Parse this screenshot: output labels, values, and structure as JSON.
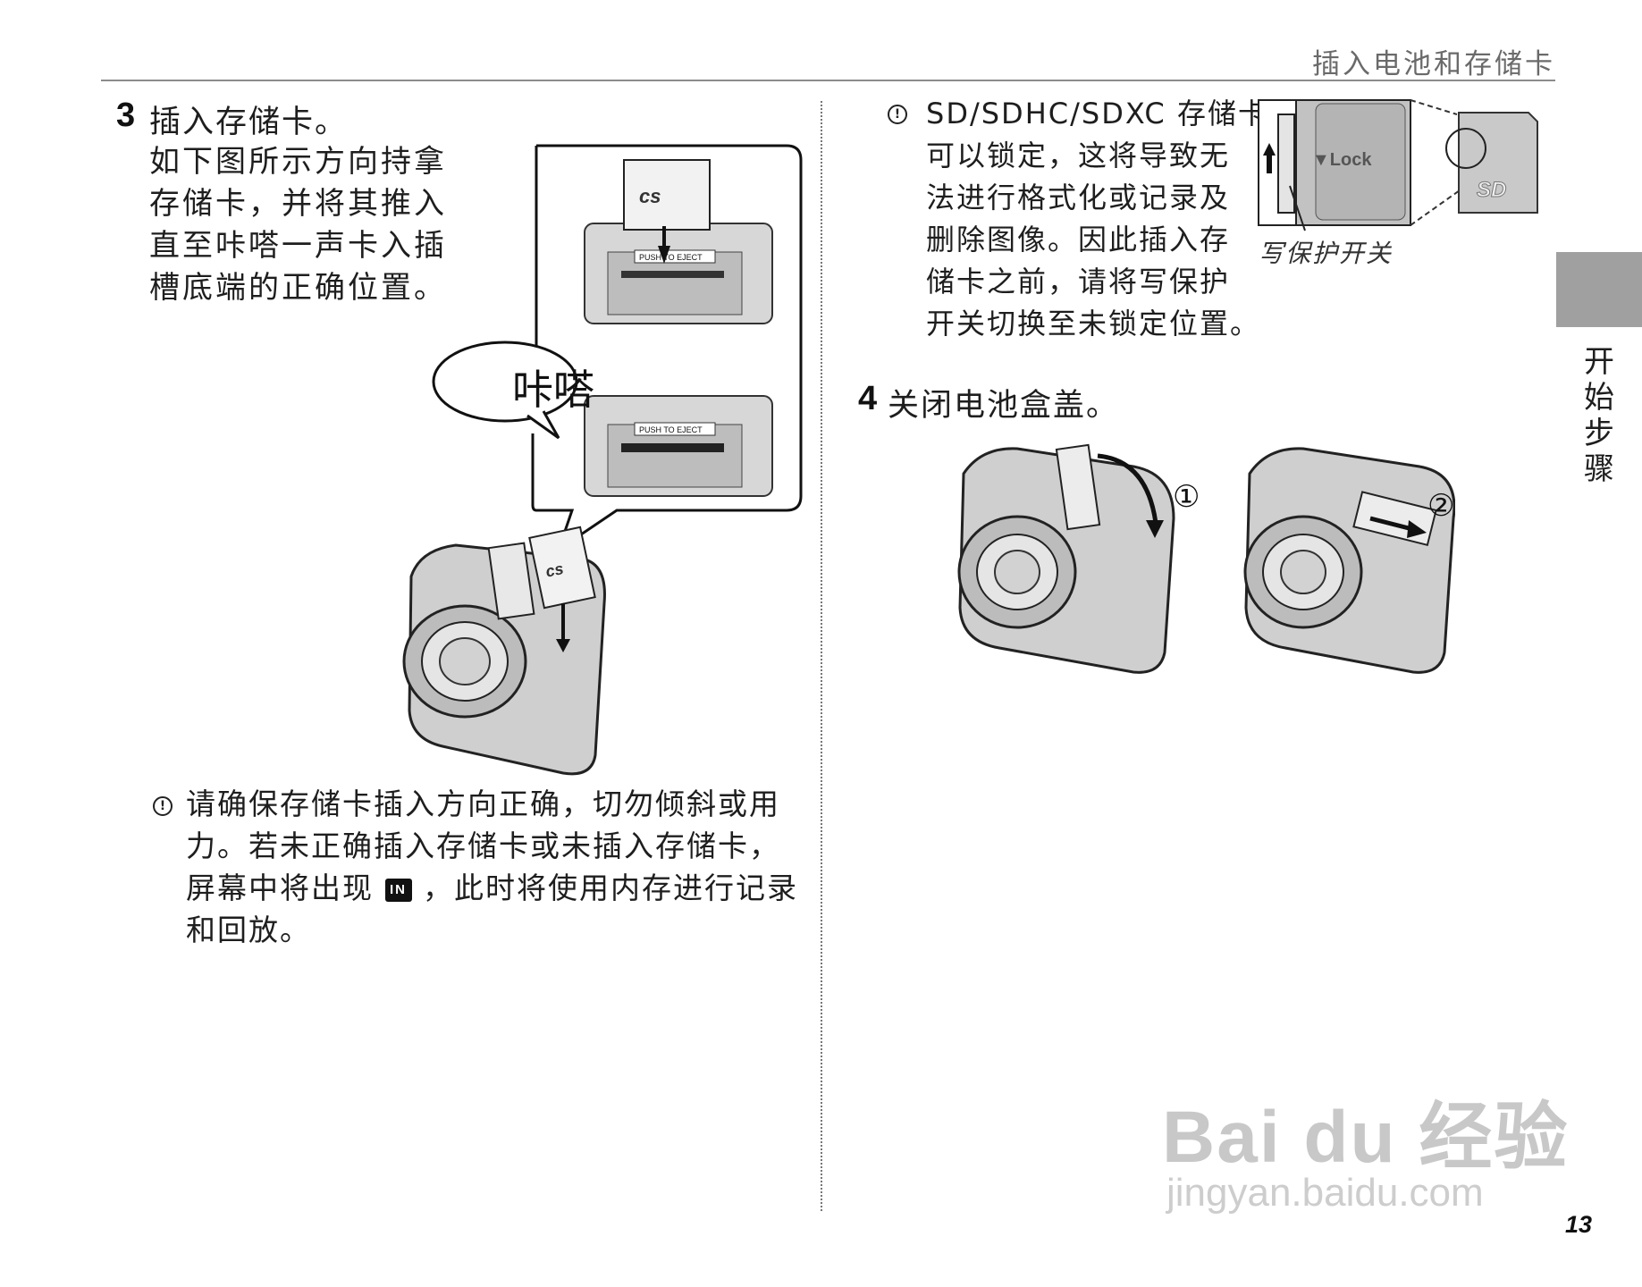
{
  "header": {
    "title": "插入电池和存储卡"
  },
  "step3": {
    "number": "3",
    "title": "插入存储卡。",
    "lines": [
      "如下图所示方向持拿",
      "存储卡，并将其推入",
      "直至咔嗒一声卡入插",
      "槽底端的正确位置。"
    ],
    "bubble_text": "咔嗒",
    "slot_label": "PUSH TO EJECT",
    "note": {
      "icon": "caution-icon",
      "line1": "请确保存储卡插入方向正确，切勿倾斜或用",
      "line2": "力。若未正确插入存储卡或未插入存储卡，",
      "line3_pre": "屏幕中将出现",
      "line3_icon": "IN",
      "line3_post": "，此时将使用内存进行记录",
      "line4": "和回放。"
    }
  },
  "sd_note": {
    "icon": "caution-icon",
    "lines": [
      "SD/SDHC/SDXC 存储卡",
      "可以锁定，这将导致无",
      "法进行格式化或记录及",
      "删除图像。因此插入存",
      "储卡之前，请将写保护",
      "开关切换至未锁定位置。"
    ],
    "lock_label": "▼Lock",
    "caption": "写保护开关"
  },
  "step4": {
    "number": "4",
    "title": "关闭电池盒盖。",
    "label1": "①",
    "label2": "②"
  },
  "side_tab": {
    "label": "开始步骤"
  },
  "page_number": "13",
  "watermark": {
    "main": "Bai du 经验",
    "sub": "jingyan.baidu.com"
  }
}
